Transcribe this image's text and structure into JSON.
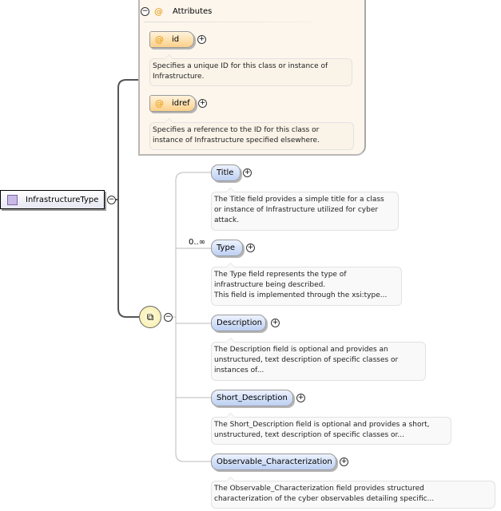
{
  "root": {
    "label": "InfrastructureType",
    "icon": "complex-type-icon"
  },
  "attributes": {
    "header": "Attributes",
    "items": [
      {
        "name": "id",
        "description": "Specifies a unique ID for this class or instance of\nInfrastructure."
      },
      {
        "name": "idref",
        "description": "Specifies a reference to the ID for this class or\ninstance of Infrastructure specified elsewhere."
      }
    ]
  },
  "sequence": {
    "icon": "sequence-icon",
    "cardinality": "0..∞"
  },
  "elements": [
    {
      "name": "Title",
      "description": "The Title field provides a simple title for a class\nor instance of Infrastructure utilized for cyber\nattack."
    },
    {
      "name": "Type",
      "description": "The Type field represents the type of\ninfrastructure being described.\nThis field is implemented through the xsi:type..."
    },
    {
      "name": "Description",
      "description": "The Description field is optional and provides an\nunstructured, text description of specific classes or\ninstances of..."
    },
    {
      "name": "Short_Description",
      "description": "The Short_Description field is optional and provides a short,\nunstructured, text description of specific classes or..."
    },
    {
      "name": "Observable_Characterization",
      "description": "The Observable_Characterization field provides structured\ncharacterization of the cyber observables detailing specific..."
    }
  ]
}
